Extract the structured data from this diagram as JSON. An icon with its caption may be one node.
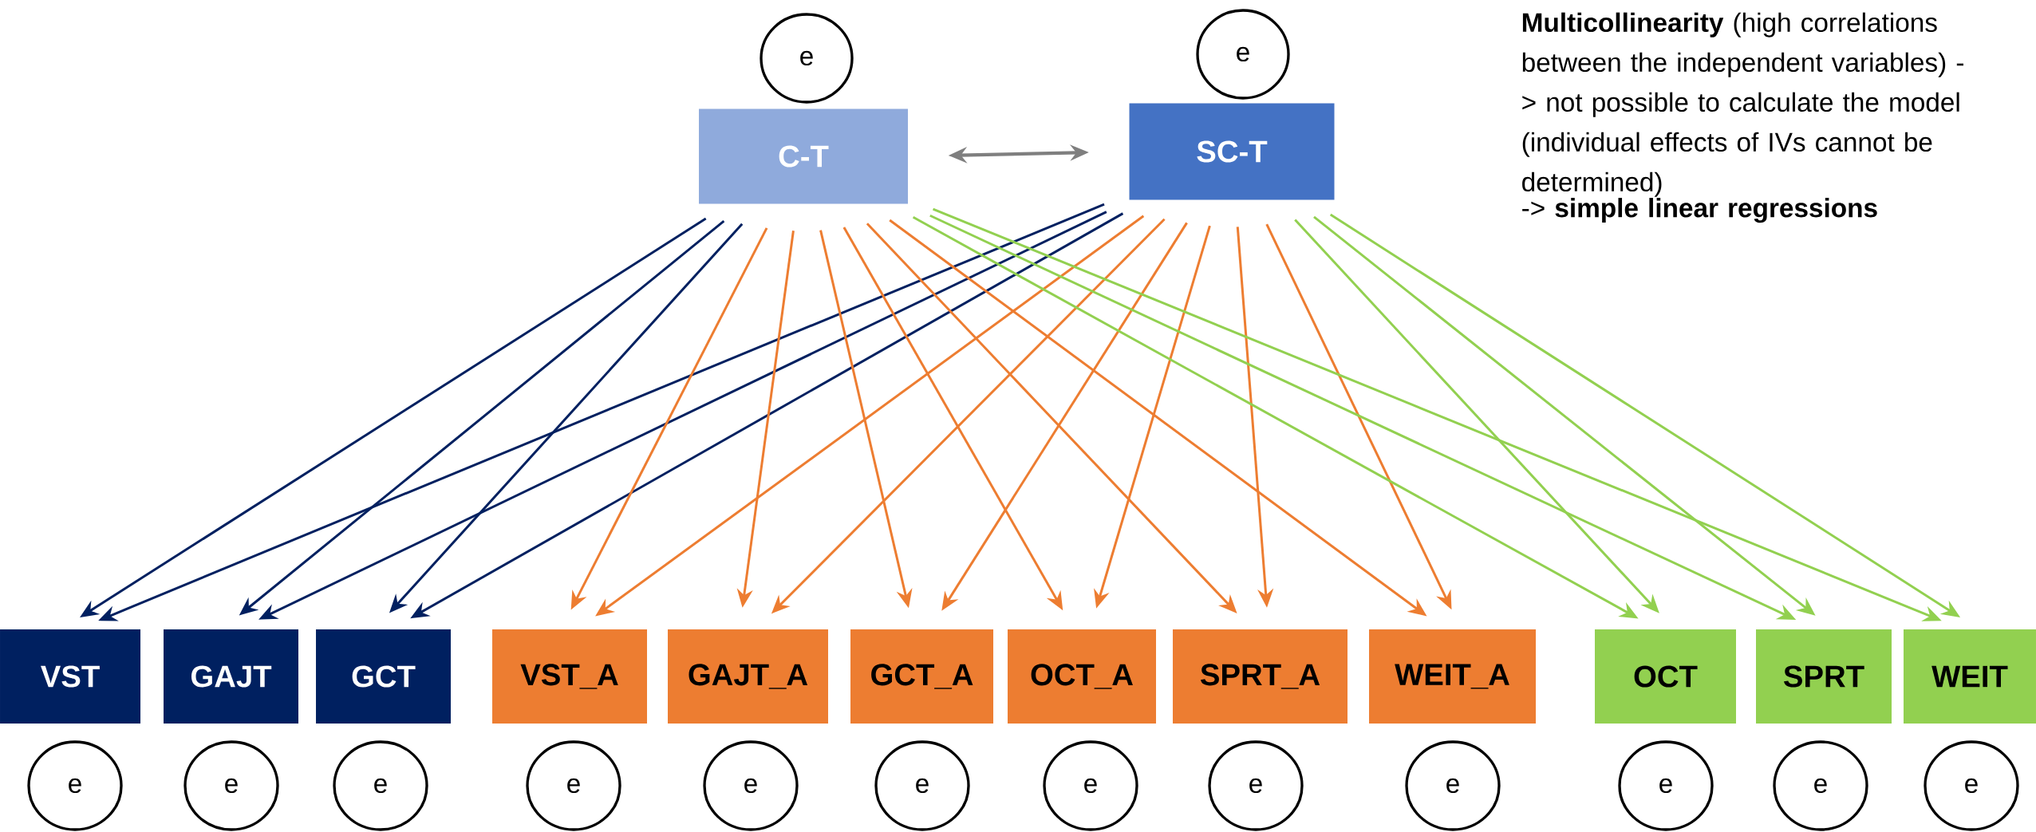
{
  "diagram": {
    "nodes": [
      {
        "text": [
          "e"
        ]
      },
      {
        "text": [
          "e"
        ]
      },
      {
        "text": [
          "C-T"
        ]
      },
      {
        "text": [
          "SC-T"
        ]
      },
      {
        "text": [
          "VST"
        ]
      },
      {
        "text": [
          "GAJT"
        ]
      },
      {
        "text": [
          "GCT"
        ]
      },
      {
        "text": [
          "VST_A"
        ]
      },
      {
        "text": [
          "GAJT_A"
        ]
      },
      {
        "text": [
          "GCT_A"
        ]
      },
      {
        "text": [
          "OCT_A"
        ]
      },
      {
        "text": [
          "SPRT_A"
        ]
      },
      {
        "text": [
          "WEIT_A"
        ]
      },
      {
        "text": [
          "OCT"
        ]
      },
      {
        "text": [
          "SPRT"
        ]
      },
      {
        "text": [
          "WEIT"
        ]
      },
      {
        "text": [
          "e"
        ]
      },
      {
        "text": [
          "e"
        ]
      },
      {
        "text": [
          "e"
        ]
      },
      {
        "text": [
          "e"
        ]
      },
      {
        "text": [
          "e"
        ]
      },
      {
        "text": [
          "e"
        ]
      },
      {
        "text": [
          "e"
        ]
      },
      {
        "text": [
          "e"
        ]
      },
      {
        "text": [
          "e"
        ]
      },
      {
        "text": [
          "e"
        ]
      },
      {
        "text": [
          "e"
        ]
      },
      {
        "text": [
          "e"
        ]
      }
    ],
    "edges": [
      {
        "from": 2,
        "to": 3,
        "arrow": "both",
        "color": "#7f7f7f"
      },
      {
        "from": 2,
        "to": 4,
        "arrow": "to",
        "color": "#002060"
      },
      {
        "from": 2,
        "to": 5,
        "arrow": "to",
        "color": "#002060"
      },
      {
        "from": 2,
        "to": 6,
        "arrow": "to",
        "color": "#002060"
      },
      {
        "from": 3,
        "to": 4,
        "arrow": "to",
        "color": "#002060"
      },
      {
        "from": 3,
        "to": 5,
        "arrow": "to",
        "color": "#002060"
      },
      {
        "from": 3,
        "to": 6,
        "arrow": "to",
        "color": "#002060"
      },
      {
        "from": 2,
        "to": 7,
        "arrow": "to"
      },
      {
        "from": 2,
        "to": 8,
        "arrow": "to"
      },
      {
        "from": 2,
        "to": 9,
        "arrow": "to"
      },
      {
        "from": 2,
        "to": 10,
        "arrow": "to"
      },
      {
        "from": 2,
        "to": 11,
        "arrow": "to"
      },
      {
        "from": 2,
        "to": 12,
        "arrow": "to"
      },
      {
        "from": 3,
        "to": 7,
        "arrow": "to"
      },
      {
        "from": 3,
        "to": 8,
        "arrow": "to"
      },
      {
        "from": 3,
        "to": 9,
        "arrow": "to"
      },
      {
        "from": 3,
        "to": 10,
        "arrow": "to"
      },
      {
        "from": 3,
        "to": 11,
        "arrow": "to"
      },
      {
        "from": 3,
        "to": 12,
        "arrow": "to"
      },
      {
        "from": 2,
        "to": 13,
        "arrow": "to",
        "color": "#92d050"
      },
      {
        "from": 2,
        "to": 14,
        "arrow": "to",
        "color": "#92d050"
      },
      {
        "from": 2,
        "to": 15,
        "arrow": "to",
        "color": "#92d050"
      },
      {
        "from": 3,
        "to": 13,
        "arrow": "to",
        "color": "#92d050"
      },
      {
        "from": 3,
        "to": 14,
        "arrow": "to",
        "color": "#92d050"
      },
      {
        "from": 3,
        "to": 15,
        "arrow": "to",
        "color": "#92d050"
      }
    ],
    "labels": [
      "**Multicollinearity** (high correlations between the independent variables) -> not possible to calculate the model (individual effects of IVs cannot be determined)",
      "-> **simple linear regressions**"
    ]
  }
}
